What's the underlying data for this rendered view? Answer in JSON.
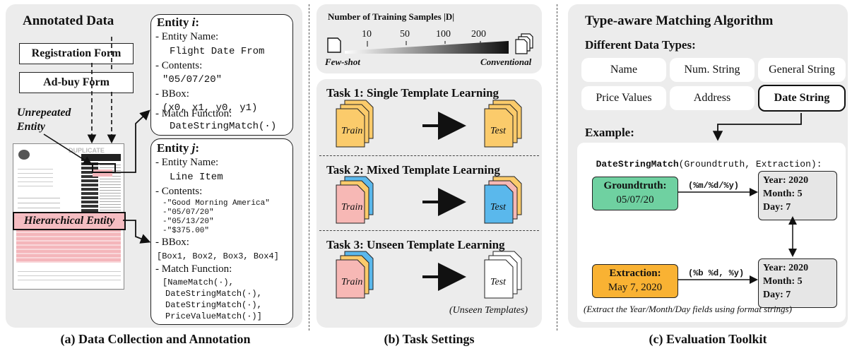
{
  "panel_a": {
    "title": "Annotated Data",
    "forms": [
      "Registration Form",
      "Ad-buy Form"
    ],
    "unrepeated_label": [
      "Unrepeated",
      "Entity"
    ],
    "hierarchical_label": "Hierarchical Entity",
    "doc_header": "DUPLICATE",
    "entity_i": {
      "heading": "Entity ",
      "var": "i",
      "colon": ":",
      "name_label": "- Entity Name:",
      "name_value": "Flight Date From",
      "contents_label": "- Contents:",
      "contents_value": "\"05/07/20\"",
      "bbox_label": "- BBox:",
      "bbox_value": "(x0, x1, y0, y1)",
      "match_label": "- Match Function:",
      "match_value": "DateStringMatch(·)"
    },
    "entity_j": {
      "heading": "Entity ",
      "var": "j",
      "colon": ":",
      "name_label": "- Entity Name:",
      "name_value": "Line Item",
      "contents_label": "- Contents:",
      "contents_values": [
        "-\"Good Morning America\"",
        "-\"05/07/20\"",
        "-\"05/13/20\"",
        "-\"$375.00\""
      ],
      "bbox_label": "- BBox:",
      "bbox_value": "[Box1, Box2, Box3, Box4]",
      "match_label": "- Match Function:",
      "match_values": [
        "[NameMatch(·),",
        "DateStringMatch(·),",
        "DateStringMatch(·),",
        "PriceValueMatch(·)]"
      ]
    },
    "caption": "(a) Data Collection and Annotation"
  },
  "panel_b": {
    "axis_title": "Number of Training Samples |D|",
    "ticks": [
      "10",
      "50",
      "100",
      "200"
    ],
    "left_label": "Few-shot",
    "right_label": "Conventional",
    "tasks": [
      {
        "title": "Task 1: Single Template Learning",
        "train": "Train",
        "test": "Test"
      },
      {
        "title": "Task 2: Mixed Template Learning",
        "train": "Train",
        "test": "Test"
      },
      {
        "title": "Task 3: Unseen Template Learning",
        "train": "Train",
        "test": "Test"
      }
    ],
    "unseen_note": "(Unseen Templates)",
    "caption": "(b) Task Settings"
  },
  "panel_c": {
    "title": "Type-aware Matching Algorithm",
    "types_heading": "Different Data Types:",
    "types": [
      "Name",
      "Num. String",
      "General String",
      "Price Values",
      "Address",
      "Date String"
    ],
    "example_heading": "Example:",
    "function_sig": {
      "name": "DateStringMatch",
      "args": "(Groundtruth, Extraction)",
      "end": ":"
    },
    "groundtruth": {
      "label": "Groundtruth:",
      "value": "05/07/20",
      "format": "(%m/%d/%y)"
    },
    "extraction": {
      "label": "Extraction:",
      "value": "May 7, 2020",
      "format": "(%b %d, %y)"
    },
    "result_top": [
      "Year: 2020",
      "Month: 5",
      "Day: 7"
    ],
    "result_bottom": [
      "Year: 2020",
      "Month: 5",
      "Day: 7"
    ],
    "note": "(Extract the Year/Month/Day fields using format strings)",
    "caption": "(c) Evaluation Toolkit"
  },
  "colors": {
    "panel_bg": "#ececec",
    "yellow": "#fbcb6b",
    "blue": "#5ab8ec",
    "pink": "#f7b8b5",
    "green": "#6fd1a1",
    "orange": "#f9b233",
    "highlight_pink": "#f4b6bb",
    "result_gray": "#e6e6e6"
  }
}
